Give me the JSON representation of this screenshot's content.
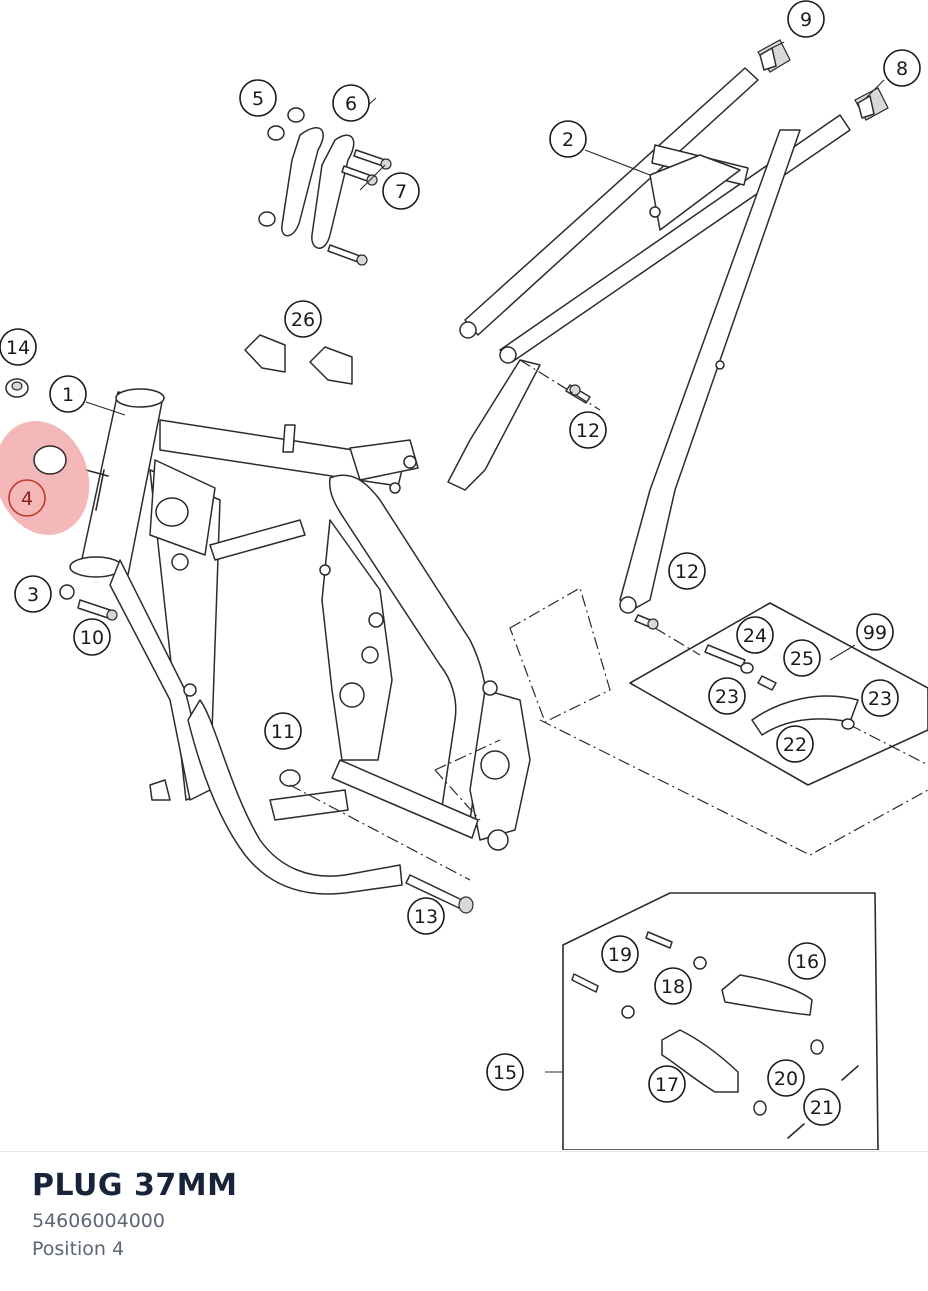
{
  "diagram": {
    "callouts": [
      {
        "id": "1",
        "label": "1"
      },
      {
        "id": "2",
        "label": "2"
      },
      {
        "id": "3",
        "label": "3"
      },
      {
        "id": "4",
        "label": "4"
      },
      {
        "id": "5",
        "label": "5"
      },
      {
        "id": "6",
        "label": "6"
      },
      {
        "id": "7",
        "label": "7"
      },
      {
        "id": "8",
        "label": "8"
      },
      {
        "id": "9",
        "label": "9"
      },
      {
        "id": "10",
        "label": "10"
      },
      {
        "id": "11",
        "label": "11"
      },
      {
        "id": "12a",
        "label": "12"
      },
      {
        "id": "12b",
        "label": "12"
      },
      {
        "id": "13",
        "label": "13"
      },
      {
        "id": "14",
        "label": "14"
      },
      {
        "id": "15",
        "label": "15"
      },
      {
        "id": "16",
        "label": "16"
      },
      {
        "id": "17",
        "label": "17"
      },
      {
        "id": "18",
        "label": "18"
      },
      {
        "id": "19",
        "label": "19"
      },
      {
        "id": "20",
        "label": "20"
      },
      {
        "id": "21",
        "label": "21"
      },
      {
        "id": "22",
        "label": "22"
      },
      {
        "id": "23a",
        "label": "23"
      },
      {
        "id": "23b",
        "label": "23"
      },
      {
        "id": "24",
        "label": "24"
      },
      {
        "id": "25",
        "label": "25"
      },
      {
        "id": "26",
        "label": "26"
      },
      {
        "id": "99",
        "label": "99"
      }
    ],
    "selected_position": "4",
    "highlight_color": "#f2a6a6"
  },
  "footer": {
    "part_name": "PLUG 37MM",
    "part_number": "54606004000",
    "position_text": "Position 4"
  }
}
